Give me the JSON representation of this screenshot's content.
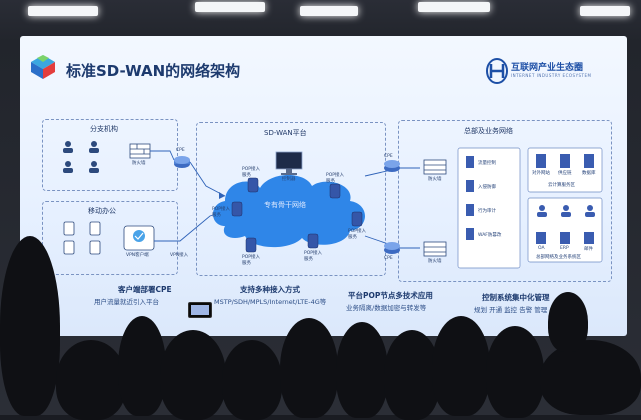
{
  "slide": {
    "title": "标准SD-WAN的网络架构",
    "brand_name": "互联网产业生态圈",
    "brand_sub": "INTERNET INDUSTRY ECOSYSTEM"
  },
  "regions": {
    "branch": "分支机构",
    "mobile": "移动办公",
    "platform": "SD-WAN平台",
    "hq": "总部及业务网络",
    "backbone": "专有骨干网络"
  },
  "labels": {
    "cpe_left": "CPE",
    "firewall_left": "防火墙",
    "vpn_client": "VPN客户端",
    "vpn_access": "VPN接入",
    "pop_top_left": "POP接入\n服务",
    "pop_top_right": "POP接入\n服务",
    "pop_left": "POP接入\n服务",
    "pop_bottom_left": "POP接入\n服务",
    "pop_bottom_right": "POP接入\n服务",
    "pop_right": "POP接入\n服务",
    "controller": "控制器",
    "cpe_hq_top": "CPE",
    "cpe_hq_bottom": "CPE",
    "firewall_hq_top": "防火墙",
    "firewall_hq_bottom": "防火墙",
    "security_services": [
      "流量控制",
      "入侵防御",
      "行为审计",
      "WAF防篡改"
    ],
    "servers_top": [
      "对外网站",
      "供应链",
      "数据库"
    ],
    "cloud_area": "云计算服务区",
    "apps": [
      "OA",
      "ERP",
      "邮件"
    ],
    "app_area": "总部网络及业务系统区"
  },
  "captions": [
    {
      "title": "客户端部署CPE",
      "sub": "用户流量就近引入平台"
    },
    {
      "title": "支持多种接入方式",
      "sub": "MSTP/SDH/MPLS/Internet/LTE-4G等"
    },
    {
      "title": "平台POP节点多技术应用",
      "sub": "业务隔离/数据加密与转发等"
    },
    {
      "title": "控制系统集中化管理",
      "sub": "规划 开通 监控 告警 管理"
    }
  ]
}
